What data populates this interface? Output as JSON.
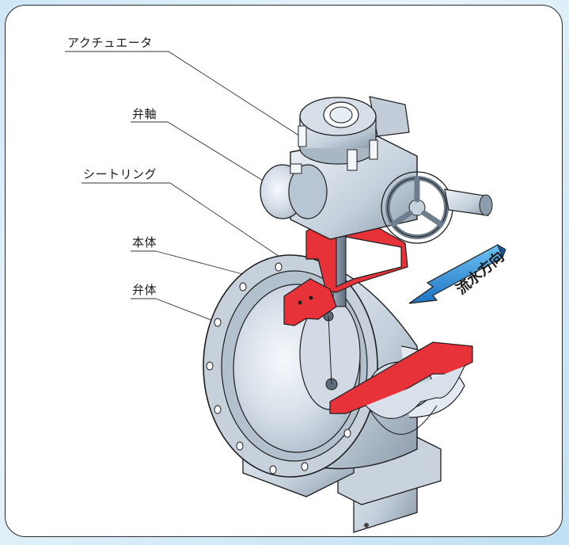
{
  "labels": {
    "actuator": "アクチュエータ",
    "valve_shaft": "弁軸",
    "seat_ring": "シートリング",
    "body": "本体",
    "disc": "弁体"
  },
  "flow_direction": "流水方向",
  "colors": {
    "cutaway_red": "#e8323a",
    "flow_arrow_blue": "#2a8fd8",
    "metal_light": "#dfe6ee",
    "metal_mid": "#b9c5d2",
    "metal_dark": "#7d8c9c",
    "outline": "#1e1e1e"
  },
  "icons": [
    "flow-direction-arrow-icon"
  ]
}
